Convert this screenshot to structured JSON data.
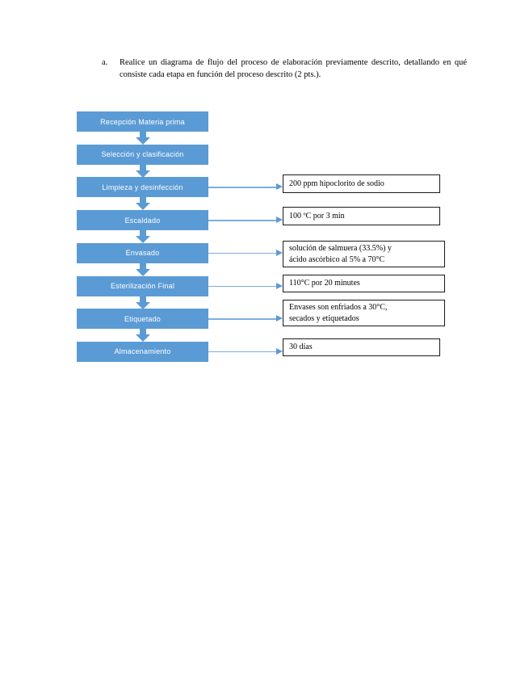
{
  "prompt": {
    "bullet": "a.",
    "text": "Realice un diagrama de flujo del proceso de elaboración previamente descrito, detallando en qué consiste cada etapa en función del proceso descrito (2 pts.)."
  },
  "theme": {
    "box_fill": "#5B9BD5",
    "box_text": "#FFFFFF",
    "connector": "#5B9BD5",
    "note_border": "#1A1A1A",
    "page_background": "#FFFFFF"
  },
  "flowchart": {
    "stages": [
      {
        "label": "Recepción Materia prima"
      },
      {
        "label": "Selección y clasificación"
      },
      {
        "label": "Limpieza y desinfección"
      },
      {
        "label": "Escaldado"
      },
      {
        "label": "Envasado"
      },
      {
        "label": "Esterilización Final"
      },
      {
        "label": "Etiquetado"
      },
      {
        "label": "Almacenamiento"
      }
    ],
    "notes": [
      {
        "lines": [
          "200 ppm hipoclorito de sodio"
        ]
      },
      {
        "lines": [
          "100 ºC por 3 min"
        ]
      },
      {
        "lines": [
          "solución de salmuera (33.5%) y",
          "ácido ascórbico al 5% a 70°C"
        ]
      },
      {
        "lines": [
          "110°C por 20 minutes"
        ]
      },
      {
        "lines": [
          "Envases son enfriados a 30°C,",
          "secados y etiquetados"
        ]
      },
      {
        "lines": [
          "30 días"
        ]
      }
    ]
  }
}
